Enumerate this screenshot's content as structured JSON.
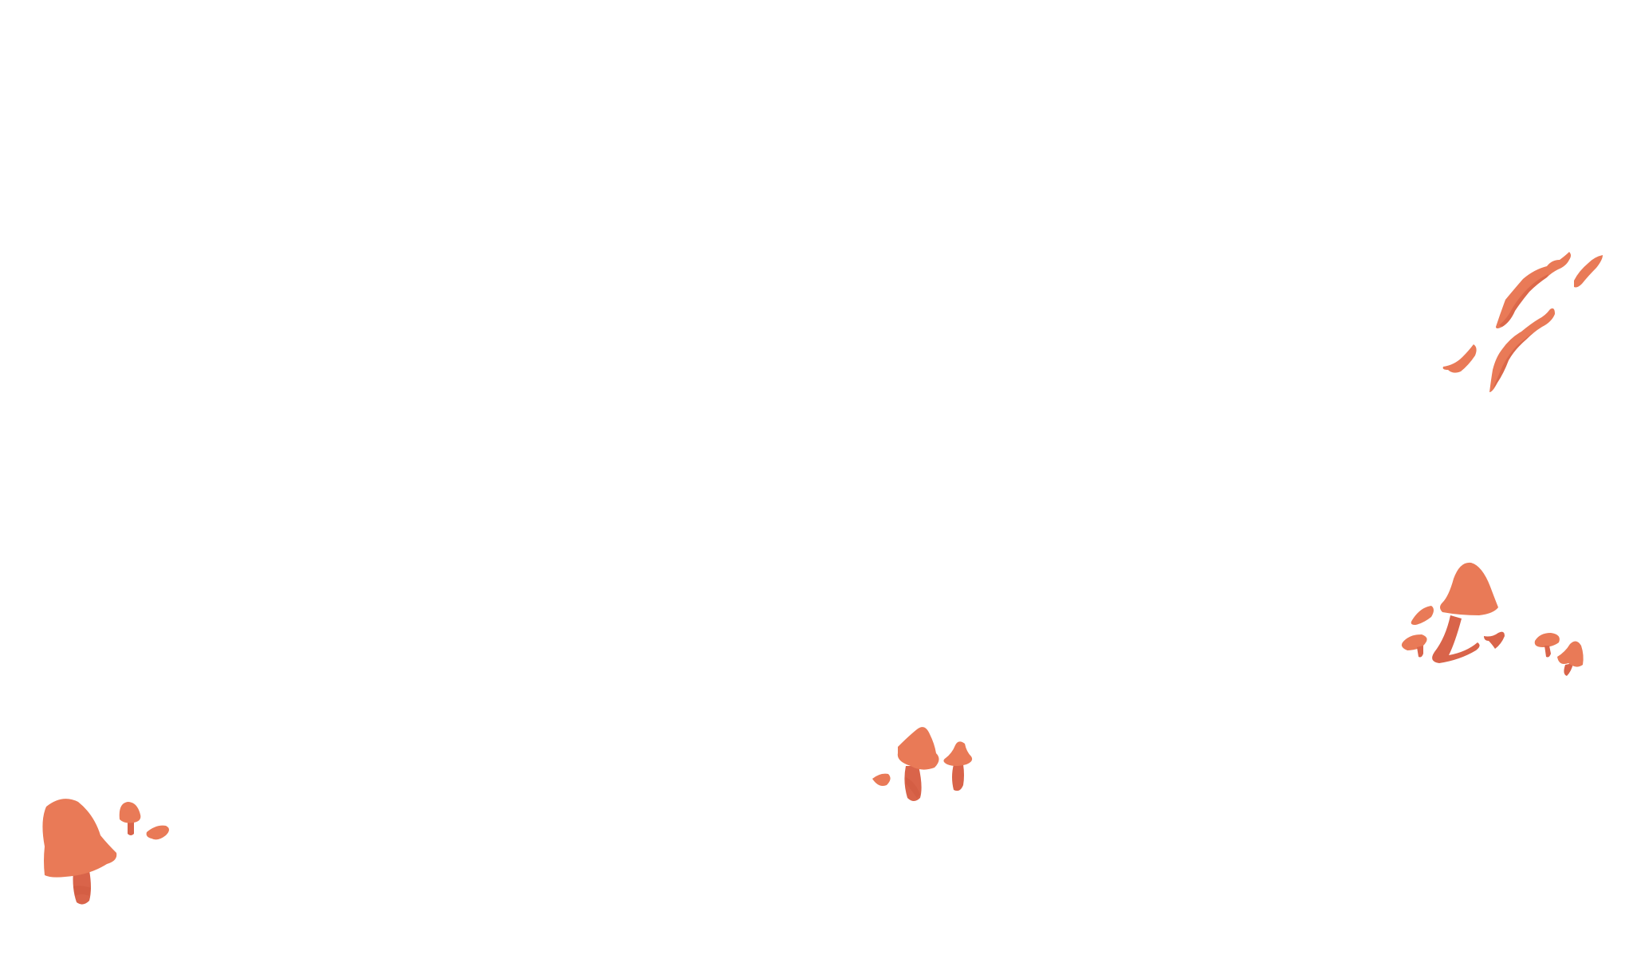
{
  "scene": {
    "background_color": "#ffffff"
  },
  "palette": {
    "cap": "#e97a57",
    "stem": "#d9644a",
    "shade": "#cf5a40"
  },
  "sprites": [
    {
      "kind": "mushroom-cluster",
      "icon": "mushroom-cluster-large-icon"
    },
    {
      "kind": "mushroom-cluster",
      "icon": "mushroom-cluster-medium-icon"
    },
    {
      "kind": "mushroom-cluster",
      "icon": "mushroom-cluster-spread-icon"
    },
    {
      "kind": "twig-cluster",
      "icon": "twig-cluster-icon"
    }
  ]
}
